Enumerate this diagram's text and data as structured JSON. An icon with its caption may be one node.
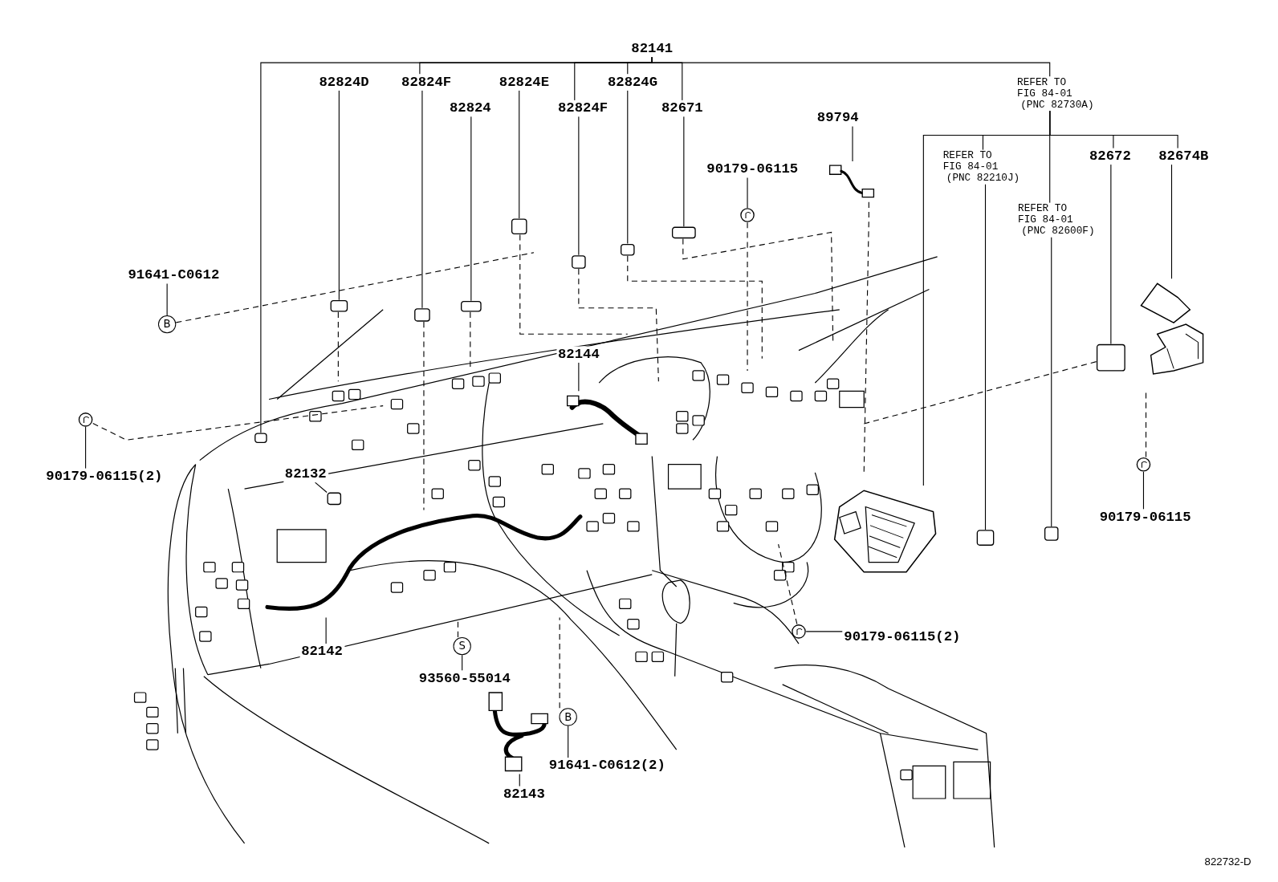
{
  "diagram": {
    "nodes": [
      {
        "text": [
          "82141"
        ]
      },
      {
        "text": [
          "82824D"
        ]
      },
      {
        "text": [
          "82824F"
        ]
      },
      {
        "text": [
          "82824E"
        ]
      },
      {
        "text": [
          "82824"
        ]
      },
      {
        "text": [
          "82824F"
        ]
      },
      {
        "text": [
          "82824G"
        ]
      },
      {
        "text": [
          "82671"
        ]
      },
      {
        "text": [
          "89794"
        ]
      },
      {
        "text": [
          "90179-06115"
        ]
      },
      {
        "text": [
          "REFER TO FIG 84-01",
          "(PNC 82730A)"
        ]
      },
      {
        "text": [
          "82672"
        ]
      },
      {
        "text": [
          "82674B"
        ]
      },
      {
        "text": [
          "REFER TO FIG 84-01",
          "(PNC 82210J)"
        ]
      },
      {
        "text": [
          "REFER TO FIG 84-01",
          "(PNC 82600F)"
        ]
      },
      {
        "text": [
          "91641-C0612"
        ]
      },
      {
        "text": [
          "B"
        ]
      },
      {
        "text": [
          "90179-06115(2)"
        ]
      },
      {
        "text": [
          "82132"
        ]
      },
      {
        "text": [
          "82144"
        ]
      },
      {
        "text": [
          "82142"
        ]
      },
      {
        "text": [
          "S"
        ]
      },
      {
        "text": [
          "93560-55014"
        ]
      },
      {
        "text": [
          "82143"
        ]
      },
      {
        "text": [
          "B"
        ]
      },
      {
        "text": [
          "91641-C0612(2)"
        ]
      },
      {
        "text": [
          "90179-06115"
        ]
      },
      {
        "text": [
          "90179-06115(2)"
        ]
      },
      {
        "text": [],
        "shape": "box"
      },
      {
        "text": [],
        "shape": "box"
      },
      {
        "text": [],
        "shape": "box"
      },
      {
        "text": [],
        "shape": "box"
      },
      {
        "text": [],
        "shape": "box"
      },
      {
        "text": [],
        "shape": "box"
      },
      {
        "text": [],
        "shape": "box"
      },
      {
        "text": [],
        "shape": "picture"
      },
      {
        "text": [],
        "shape": "circle"
      },
      {
        "text": [],
        "shape": "circle"
      },
      {
        "text": [],
        "shape": "box"
      },
      {
        "text": [],
        "shape": "box"
      },
      {
        "text": [],
        "shape": "picture"
      },
      {
        "text": [],
        "shape": "picture"
      },
      {
        "text": [],
        "shape": "picture"
      },
      {
        "text": [],
        "shape": "picture"
      },
      {
        "text": [],
        "shape": "box"
      },
      {
        "text": [],
        "shape": "box"
      },
      {
        "text": [],
        "shape": "box"
      },
      {
        "text": [],
        "shape": "picture"
      },
      {
        "text": [],
        "shape": "circle"
      },
      {
        "text": [],
        "shape": "circle"
      }
    ],
    "edges": [
      {
        "from": 0,
        "to": 38,
        "arrow": "none"
      },
      {
        "from": 1,
        "to": 28,
        "arrow": "none"
      },
      {
        "from": 2,
        "to": 29,
        "arrow": "none"
      },
      {
        "from": 3,
        "to": 30,
        "arrow": "none"
      },
      {
        "from": 4,
        "to": 31,
        "arrow": "none"
      },
      {
        "from": 5,
        "to": 32,
        "arrow": "none"
      },
      {
        "from": 6,
        "to": 33,
        "arrow": "none"
      },
      {
        "from": 7,
        "to": 34,
        "arrow": "none"
      },
      {
        "from": 8,
        "to": 35,
        "arrow": "none"
      },
      {
        "from": 9,
        "to": 36,
        "arrow": "none"
      },
      {
        "from": 10,
        "to": 43,
        "arrow": "none"
      },
      {
        "from": 13,
        "to": 44,
        "arrow": "none"
      },
      {
        "from": 14,
        "to": 45,
        "arrow": "none"
      },
      {
        "from": 11,
        "to": 46,
        "arrow": "none"
      },
      {
        "from": 12,
        "to": 47,
        "arrow": "none"
      },
      {
        "from": 15,
        "to": 16,
        "arrow": "none"
      },
      {
        "from": 17,
        "to": 37,
        "arrow": "none"
      },
      {
        "from": 18,
        "to": 39,
        "arrow": "none"
      },
      {
        "from": 19,
        "to": 40,
        "arrow": "none"
      },
      {
        "from": 20,
        "to": 41,
        "arrow": "none"
      },
      {
        "from": 22,
        "to": 21,
        "arrow": "none"
      },
      {
        "from": 23,
        "to": 42,
        "arrow": "none"
      },
      {
        "from": 25,
        "to": 24,
        "arrow": "none"
      },
      {
        "from": 26,
        "to": 48,
        "arrow": "none"
      },
      {
        "from": 27,
        "to": 49,
        "arrow": "none"
      },
      {
        "from": 16,
        "to": null,
        "arrow": "none",
        "style": "dashed"
      },
      {
        "from": 37,
        "to": null,
        "arrow": "none",
        "style": "dashed"
      },
      {
        "from": 36,
        "to": null,
        "arrow": "none",
        "style": "dashed"
      },
      {
        "from": 28,
        "to": null,
        "arrow": "none",
        "style": "dashed"
      },
      {
        "from": 29,
        "to": 41,
        "arrow": "none",
        "style": "dashed"
      },
      {
        "from": 30,
        "to": null,
        "arrow": "none",
        "style": "dashed"
      },
      {
        "from": 31,
        "to": null,
        "arrow": "none",
        "style": "dashed"
      },
      {
        "from": 32,
        "to": null,
        "arrow": "none",
        "style": "dashed"
      },
      {
        "from": 33,
        "to": null,
        "arrow": "none",
        "style": "dashed"
      },
      {
        "from": 34,
        "to": null,
        "arrow": "none",
        "style": "dashed"
      },
      {
        "from": 35,
        "to": null,
        "arrow": "none",
        "style": "dashed"
      },
      {
        "from": 46,
        "to": null,
        "arrow": "none",
        "style": "dashed"
      },
      {
        "from": 48,
        "to": null,
        "arrow": "none",
        "style": "dashed"
      },
      {
        "from": 49,
        "to": null,
        "arrow": "none",
        "style": "dashed"
      },
      {
        "from": 21,
        "to": 41,
        "arrow": "none",
        "style": "dashed"
      },
      {
        "from": 24,
        "to": 41,
        "arrow": "none",
        "style": "dashed"
      },
      {
        "from": 0,
        "to": 2,
        "arrow": "none"
      },
      {
        "from": 0,
        "to": 5,
        "arrow": "none"
      },
      {
        "from": 0,
        "to": 6,
        "arrow": "none"
      },
      {
        "from": 0,
        "to": 7,
        "arrow": "none"
      },
      {
        "from": 0,
        "to": 10,
        "arrow": "none"
      },
      {
        "from": 10,
        "to": 13,
        "arrow": "none"
      },
      {
        "from": 10,
        "to": 14,
        "arrow": "none"
      },
      {
        "from": 10,
        "to": 11,
        "arrow": "none"
      },
      {
        "from": 10,
        "to": 12,
        "arrow": "none"
      }
    ],
    "labels": [
      "822732-D"
    ]
  }
}
